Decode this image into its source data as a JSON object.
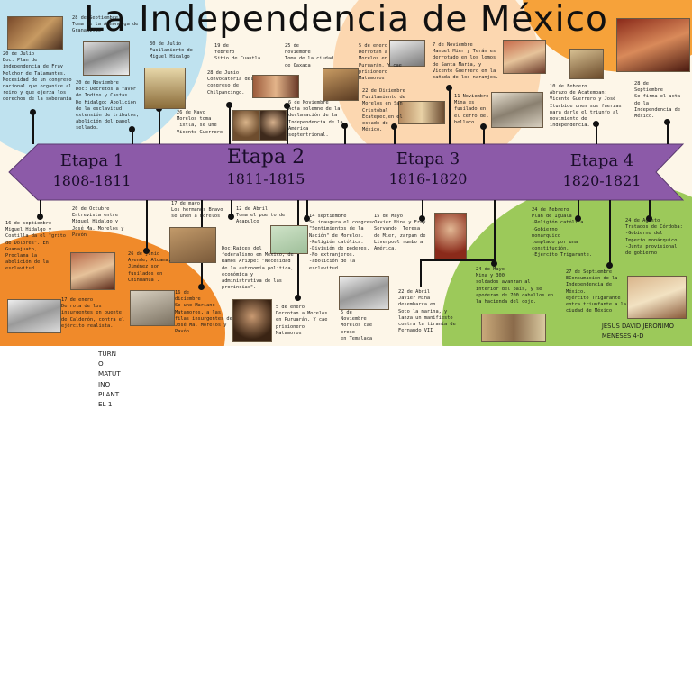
{
  "title": "La  Independencia  de  México",
  "stages": [
    {
      "name": "Etapa 1",
      "years": "1808-1811"
    },
    {
      "name": "Etapa 2",
      "years": "1811-1815"
    },
    {
      "name": "Etapa 3",
      "years": "1816-1820"
    },
    {
      "name": "Etapa 4",
      "years": "1820-1821"
    }
  ],
  "events_top": [
    "20 de Julio\nDoc: Plan de\nindependencia de Fray\nMelchor de Talamantes.\nNecesidad de un congreso\nnacional que organice al\nreino y que ejerza los\nderechos de la soberanía",
    "28 de Septiembre\nToma de la Alhóndiga de\nGranaditas",
    "20 de Noviembre\nDoc: Decretos a favor\nde Indios y Castas.\nDe Hidalgo: Abolición\nde la esclavitud,\nextensión de tributos,\nabolición del papel\nsellado.",
    "30 de Julio\nFusilamiento de\nMiguel Hidalgo",
    "26 de Mayo\nMorelos toma\nTixtla, se une\nVicente Guerrero",
    "19 de\nfebrero\nSitio de Cuautla.",
    "28 de Junio\nConvocatoria del\ncongreso de\nChilpancingo.",
    "25 de\nnoviembre\nToma de la ciudad\nde Oaxaca",
    "6 de Noviembre\nActa solemne de la\ndeclaración de la\nIndependencia de la\nAmérica\nseptentrional.",
    "5 de enero\nDerrotan a\nMorelos en\nPuruarán. Y cae\nprisionero\nMatamoros",
    "22 de Diciembre\nFusilamiento de\nMorelos en San\nCristóbal\nEcatepec,en el\nestado de\nMéxico.",
    "7 de Noviembre\nManuel Mier y Terán es\nderrotado en los lomos\nde Santa María, y\nVicente Guerrero en la\ncañada de los naranjos.",
    "11 Noviembre\nMina es\nfusilado en\nel cerro del\nbellaco.",
    "10 de Febrero\nAbrazo de Acatempan:\nVicente Guerrero y José\nIturbide unen sus fuerzas\npara darle el triunfo al\nmovimiento de\nindependencia.",
    "28 de\nSeptiembre\nSe firma el acta\nde la\nIndependencia de\nMéxico."
  ],
  "events_bottom": [
    "16 de septiembre\nMiguel Hidalgo y\nCostilla da el \"grito\nde Dolores\". En\nGuanajuato,\nProclama la\nabolición de la\nesclavitud.",
    "20 de Octubre\nEntrevista entre\nMiguel Hidalgo y\nJosé Ma. Morelos y\nPavón",
    "17 de enero\nDerrota de los\ninsurgentes en puente\nde Calderón, contra el\nejército realista.",
    "26 de junio\nAyende, Aldama,\nJiménez son\nfusilados en\nChihuahua .",
    "17 de mayo\nLos hermanos Bravo\nse unen a Morelos",
    "16 de\ndiciembre\nSe une Mariano\nMatamoros, a las\nfilas insurgentes de\nJosé Ma. Morelos y\nPavón",
    "12 de Abril\nToma el puerto de\nAcapulco",
    "Doc:Raíces del\nfederalismo en México, de\nRamos Arizpe: \"Necesidad\nde la autonomía política,\neconómica y\nadministrativa de las\nprovincias\".",
    "5 de enero\nDerrotan a Morelos\nen Puruarán. Y cae\nprisionero\nMatamoros",
    "14 septiembre\nSe inaugura el congreso\n\"Sentimientos de la\nNación\" de Morelos.\n-Religión católica.\n-División de poderes.\n-No extranjeros.\n-abolición de la\nesclavitud",
    "5 de\nNoviembre\nMorelos cae\npreso\nen Temalaca",
    "15 de Mayo\nJavier Mina y Fray\nServando  Teresa\nde Mier, zarpan de\nLiverpool rumbo a\nAmérica.",
    "22 de Abril\nJavier Mina\ndesembarca en\nSoto la marina, y\nlanza un manifiesto\ncontra la tiranía de\nFernando VII",
    "24 de Mayo\nMina y 300\nsoldados avanzan al\ninterior del país, y se\napoderan de 700 caballos en\nla hacienda del cojo.",
    "24 de Febrero\nPlan de Iguala\n-Religión católica.\n-Gobierno\nmonárquico\ntemplado por una\nconstitución.\n-Ejército Trigarante.",
    "27 de Septiembre\nEConsumación de la\nIndependencia de\nMéxico.\nejército Trigarante\nentra triunfante a la\nciudad de México",
    "24 de Agosto\nTratados de Córdoba:\n-Gobierno del\nImperio monárquico.\n-Junta provisional\nde gobierno"
  ],
  "credit": "JESUS DAVID JERONIMO\nMENESES 4-D",
  "note": "TURN\nO\nMATUT\nINO\nPLANT\nEL 1",
  "colors": {
    "arrow": "#8c5aa8",
    "blue": "#bfe2ef",
    "orange": "#f08a2a",
    "green": "#9cc95a",
    "peach": "#fcd7b0",
    "paper": "#fdf6e8"
  }
}
